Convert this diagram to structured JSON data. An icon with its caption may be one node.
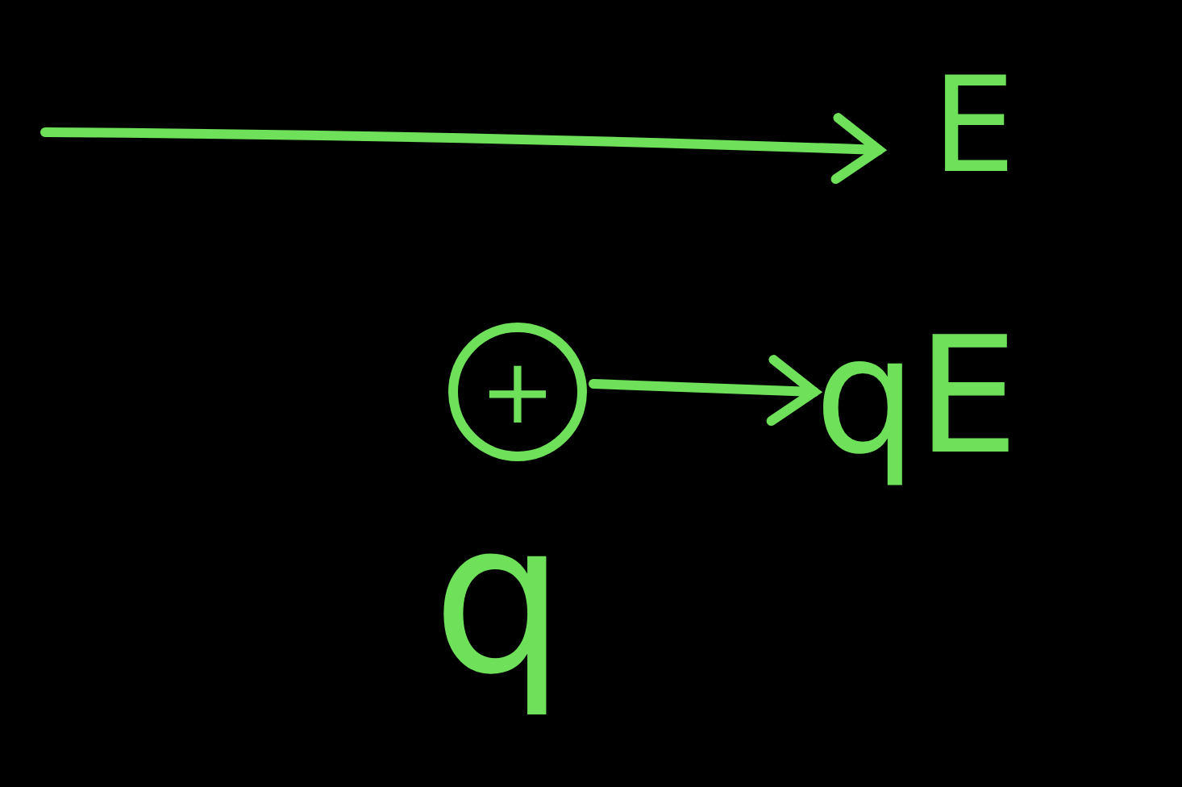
{
  "diagram": {
    "nodes": [
      {
        "text": [
          "+"
        ],
        "beside": [
          "q"
        ]
      }
    ],
    "labels": [
      "E",
      "qE"
    ]
  }
}
